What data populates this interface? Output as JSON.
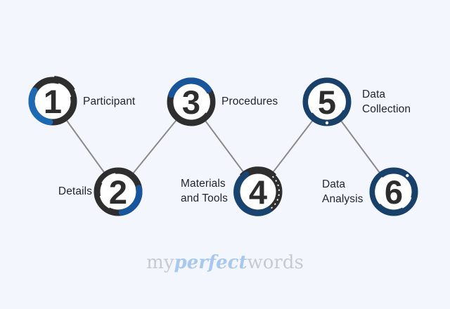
{
  "page": {
    "background_color": "#f3f7fd"
  },
  "connectors": {
    "color": "#8a8a8a",
    "width": "2"
  },
  "number_color": "#2d2d2d",
  "label_color": "#21262d",
  "steps": [
    {
      "number": "1",
      "label": "Participant",
      "lines": [
        "Participant"
      ],
      "ring": "#2e2e2e",
      "arc": "#1a6ab8",
      "label_side": "right"
    },
    {
      "number": "2",
      "label": "Details",
      "lines": [
        "Details"
      ],
      "ring": "#2e2e2e",
      "arc": "#15569e",
      "label_side": "left"
    },
    {
      "number": "3",
      "label": "Procedures",
      "lines": [
        "Procedures"
      ],
      "ring": "#2e2e2e",
      "arc": "#15569e",
      "label_side": "right"
    },
    {
      "number": "4",
      "label": "Materials and Tools",
      "lines": [
        "Materials",
        "and Tools"
      ],
      "ring": "#2e2e2e",
      "arc": "#174470",
      "label_side": "left"
    },
    {
      "number": "5",
      "label": "Data Collection",
      "lines": [
        "Data",
        "Collection"
      ],
      "ring": "#17416b",
      "label_side": "right"
    },
    {
      "number": "6",
      "label": "Data Analysis",
      "lines": [
        "Data",
        "Analysis"
      ],
      "ring": "#17416b",
      "label_side": "left"
    }
  ],
  "watermark": {
    "part1": "my",
    "part2": "perfect",
    "part3": "words",
    "gray_color": "#c7cbd1",
    "blue_color": "#a7c8ef"
  }
}
